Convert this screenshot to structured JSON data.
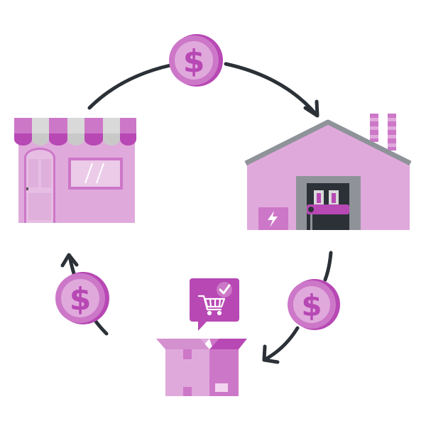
{
  "diagram": {
    "nodes": [
      {
        "id": "store",
        "icon": "storefront-icon"
      },
      {
        "id": "factory",
        "icon": "factory-icon"
      },
      {
        "id": "package",
        "icon": "open-box-icon"
      },
      {
        "id": "order",
        "icon": "shopping-cart-check-icon"
      }
    ],
    "coins": [
      {
        "id": "coin-top",
        "symbol": "$"
      },
      {
        "id": "coin-right",
        "symbol": "$"
      },
      {
        "id": "coin-left",
        "symbol": "$"
      }
    ],
    "flow": [
      "store",
      "factory",
      "package",
      "store"
    ],
    "colors": {
      "arrow": "#2b3137",
      "pink_light": "#e0a9dc",
      "pink_mid": "#cd77c8",
      "pink_dark": "#b748b4",
      "grey_roof": "#8f9399",
      "awning_grey": "#d9d9d9",
      "door_dark": "#2b3137"
    }
  }
}
